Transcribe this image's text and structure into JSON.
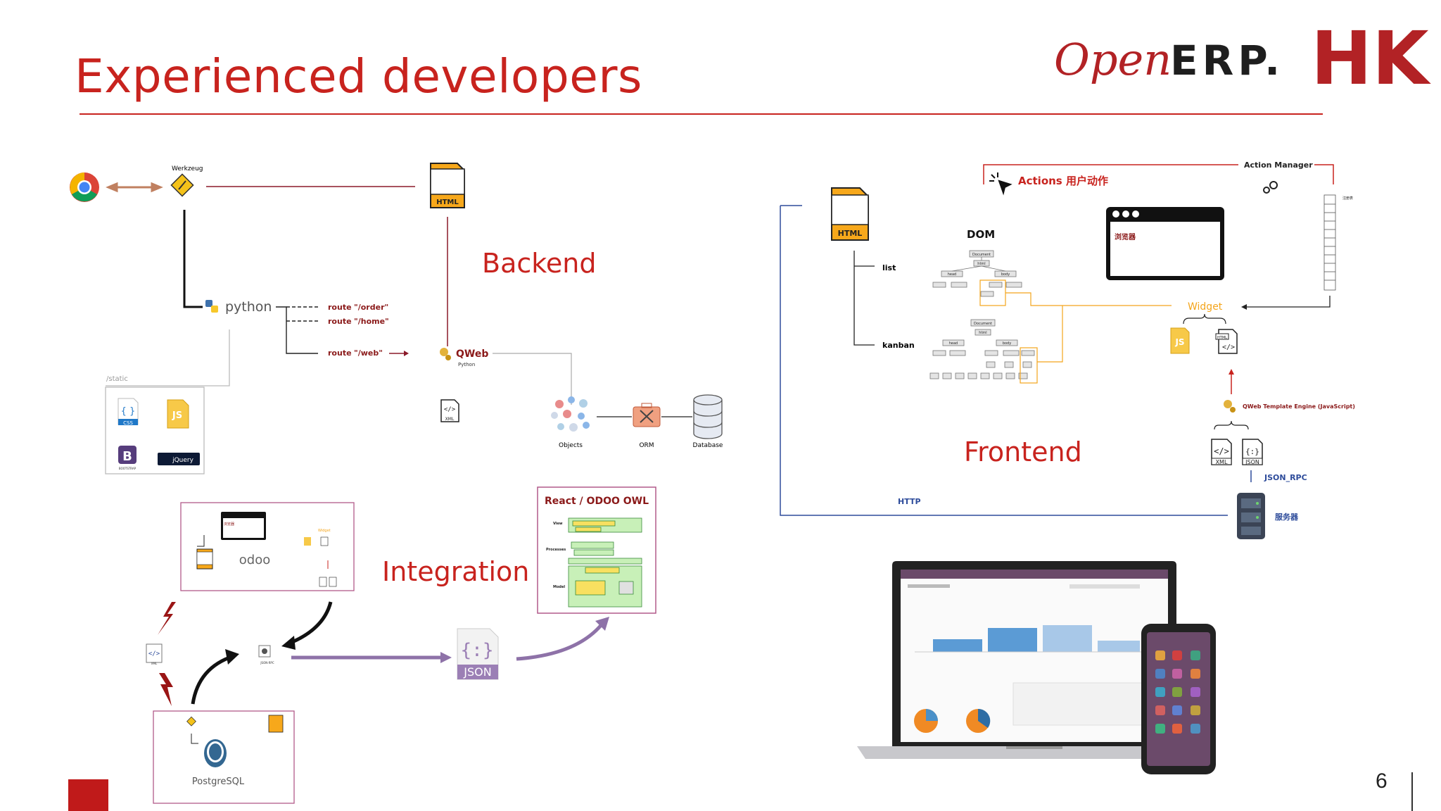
{
  "title": "Experienced developers",
  "logo": {
    "open": "Open",
    "erp": "ERP.",
    "hk": "HK"
  },
  "sections": {
    "backend": "Backend",
    "frontend": "Frontend",
    "integration": "Integration"
  },
  "backend": {
    "werkzeug": "Werkzeug",
    "python": "python",
    "routes": [
      {
        "label": "route",
        "path": "\"/order\""
      },
      {
        "label": "route",
        "path": "\"/home\""
      },
      {
        "label": "route",
        "path": "\"/web\""
      }
    ],
    "qweb": "QWeb",
    "qweb_sub": "Python",
    "static": "/static",
    "html_label": "HTML",
    "xml_label": "XML",
    "css_label": "CSS",
    "js_label": "JS",
    "bootstrap_label": "BOOTSTRAP",
    "jquery_label": "jQuery",
    "objects": "Objects",
    "orm": "ORM",
    "database": "Database"
  },
  "frontend": {
    "actions": "Actions 用户动作",
    "action_manager": "Action Manager",
    "dom": "DOM",
    "browser": "浏览器",
    "list": "list",
    "kanban": "kanban",
    "widget": "Widget",
    "qweb_engine": "QWeb Template Engine (JavaScript)",
    "json_rpc": "JSON_RPC",
    "http": "HTTP",
    "server": "服务器",
    "stack_label": "注册表",
    "tree_nodes": {
      "document": "Document",
      "html": "html",
      "head": "head",
      "body": "body"
    }
  },
  "integration": {
    "odoo": "odoo",
    "json": "JSON",
    "json_rpc_small": "JSON-RPC",
    "react_title": "React / ODOO OWL",
    "react_rows": [
      "View",
      "Processes",
      "Model"
    ],
    "postgres": "PostgreSQL",
    "widget_small": "Widget",
    "browser_small": "浏览器"
  },
  "page_number": "6",
  "colors": {
    "accent": "#c8231e",
    "logo_red": "#b22225",
    "line_red": "#8b1a2a",
    "navy": "#2e4c9b",
    "purple": "#8e72a8",
    "orange": "#f4a51c"
  }
}
